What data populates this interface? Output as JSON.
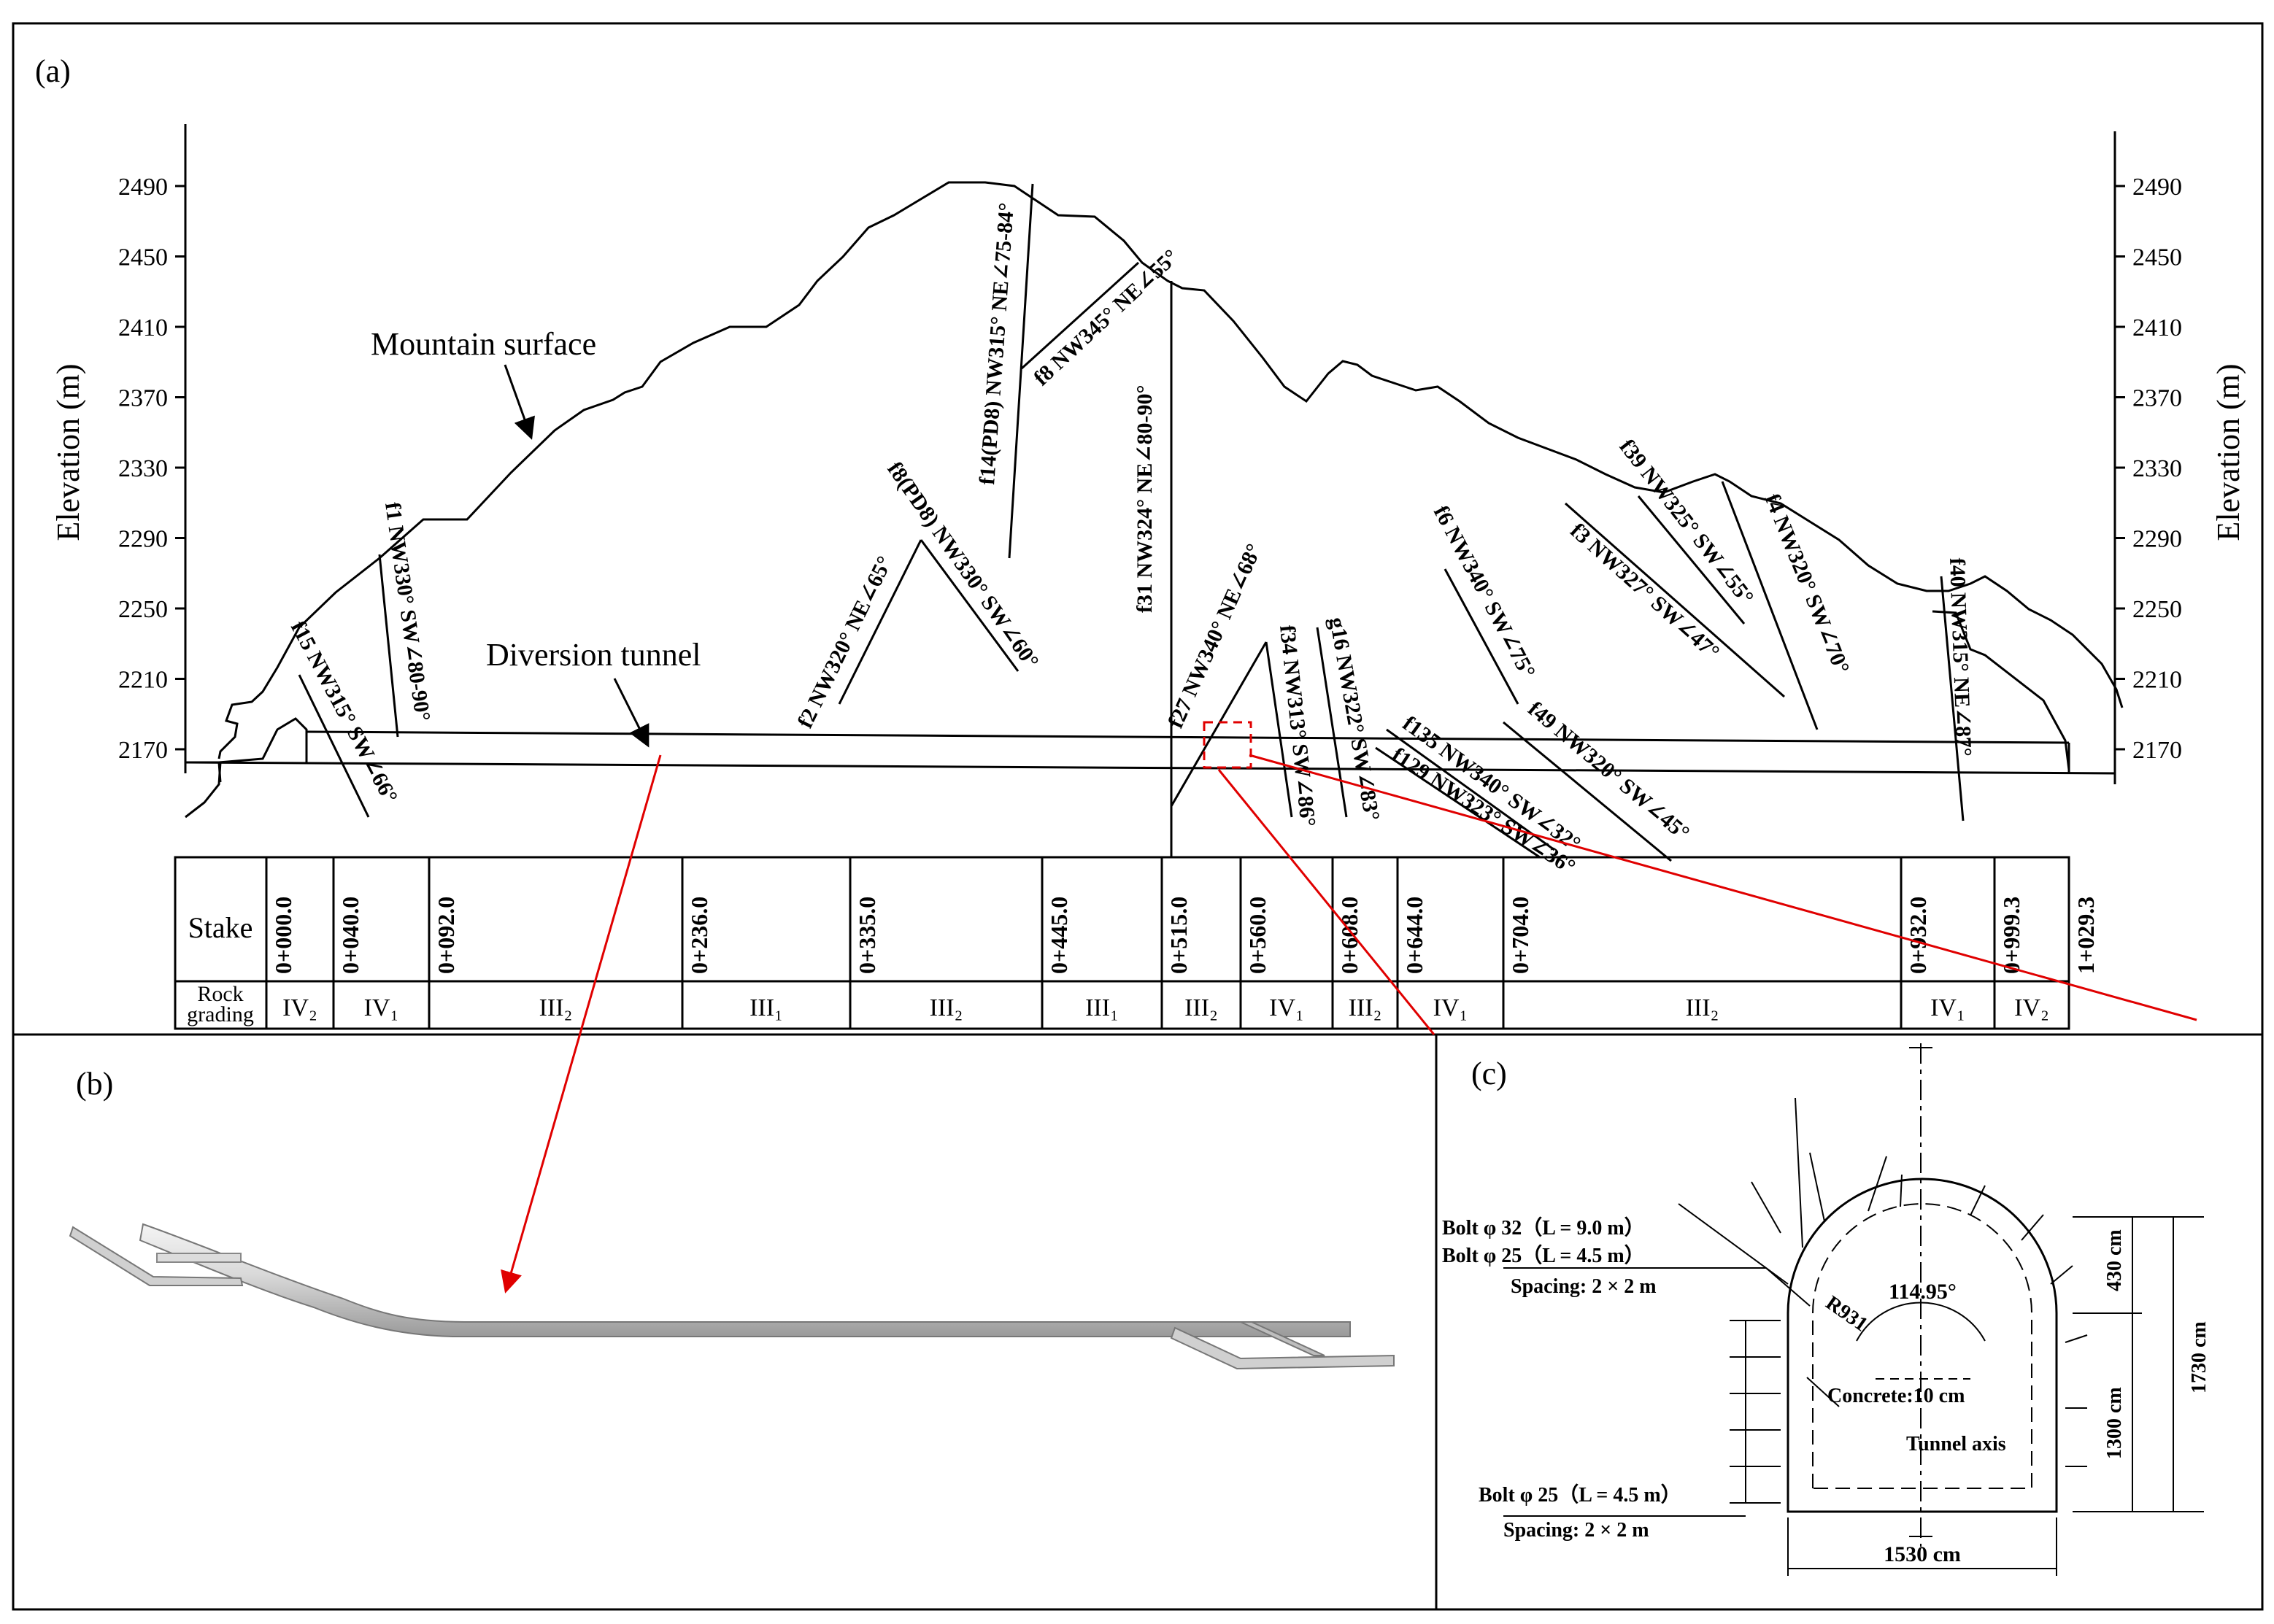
{
  "panel_a": {
    "label": "(a)",
    "y_axis_title": "Elevation (m)",
    "y_ticks": [
      "2490",
      "2450",
      "2410",
      "2370",
      "2330",
      "2290",
      "2250",
      "2210",
      "2170"
    ],
    "annotations": {
      "mountain_surface": "Mountain surface",
      "diversion_tunnel": "Diversion tunnel"
    },
    "faults": [
      {
        "id": "f15",
        "text": "f15 NW315° SW∠66°"
      },
      {
        "id": "f1",
        "text": "f1 NW330° SW∠80-90°"
      },
      {
        "id": "f2",
        "text": "f2 NW320° NE∠65°"
      },
      {
        "id": "f8pd8",
        "text": "f8(PD8) NW330° SW∠60°"
      },
      {
        "id": "f14",
        "text": "f14(PD8) NW315° NE∠75-84°"
      },
      {
        "id": "f8",
        "text": "f8 NW345° NE∠55°"
      },
      {
        "id": "f31",
        "text": "f31 NW324° NE∠80-90°"
      },
      {
        "id": "f27",
        "text": "f27 NW340° NE∠68°"
      },
      {
        "id": "f34",
        "text": "f34 NW313° SW∠86°"
      },
      {
        "id": "g16",
        "text": "g16 NW322° SW∠83°"
      },
      {
        "id": "f135",
        "text": "f135 NW340° SW∠32°"
      },
      {
        "id": "f129",
        "text": "f129 NW323° SW∠36°"
      },
      {
        "id": "f6",
        "text": "f6 NW340° SW∠75°"
      },
      {
        "id": "f49",
        "text": "f49 NW320° SW∠45°"
      },
      {
        "id": "f3",
        "text": "f3 NW327° SW∠47°"
      },
      {
        "id": "f39",
        "text": "f39 NW325° SW∠55°"
      },
      {
        "id": "f4",
        "text": "f4 NW320° SW∠70°"
      },
      {
        "id": "f40",
        "text": "f40 NW315° NE∠87°"
      }
    ],
    "table": {
      "stake_header": "Stake",
      "grading_header_line1": "Rock",
      "grading_header_line2": "grading",
      "stakes": [
        "0+000.0",
        "0+040.0",
        "0+092.0",
        "0+236.0",
        "0+335.0",
        "0+445.0",
        "0+515.0",
        "0+560.0",
        "0+608.0",
        "0+644.0",
        "0+704.0",
        "0+932.0",
        "0+999.3",
        "1+029.3"
      ],
      "gradings": [
        "IV₂",
        "IV₁",
        "III₂",
        "III₁",
        "III₂",
        "III₁",
        "III₂",
        "IV₁",
        "III₂",
        "IV₁",
        "III₂",
        "IV₁",
        "IV₂"
      ]
    }
  },
  "panel_b": {
    "label": "(b)"
  },
  "panel_c": {
    "label": "(c)",
    "bolt_32": "Bolt φ 32（L = 9.0 m）",
    "bolt_25_upper": "Bolt φ 25（L = 4.5 m）",
    "spacing_upper": "Spacing: 2 × 2 m",
    "bolt_25_lower": "Bolt φ 25（L = 4.5 m）",
    "spacing_lower": "Spacing: 2 × 2 m",
    "radius": "R931",
    "angle": "114.95°",
    "concrete": "Concrete:10 cm",
    "tunnel_axis": "Tunnel axis",
    "dim_430": "430 cm",
    "dim_1300": "1300 cm",
    "dim_1730": "1730 cm",
    "dim_1530": "1530 cm"
  }
}
